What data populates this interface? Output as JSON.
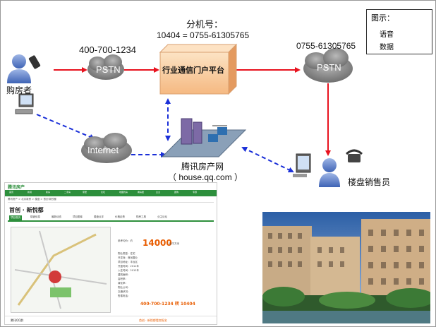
{
  "extension": {
    "label": "分机号：",
    "mapping": "10404 = 0755-61305765"
  },
  "numbers": {
    "hotline": "400-700-1234",
    "developer_line": "0755-61305765"
  },
  "nodes": {
    "buyer": "购房者",
    "sales": "楼盘销售员",
    "platform": "行业通信门户平台",
    "pstn_left": "PSTN",
    "pstn_right": "PSTN",
    "internet": "Internet",
    "site_name": "腾讯房产网",
    "site_url": "（ house.qq.com ）"
  },
  "legend": {
    "title": "图示：",
    "voice": "语音",
    "data": "数据"
  },
  "colors": {
    "voice": "#e8121e",
    "data": "#1a2fd8",
    "platform": "#f8cf9d",
    "cloud": "#8f8f8f",
    "brand_green": "#2d8f3c",
    "price_orange": "#e85c00"
  },
  "site": {
    "logo_text": "腾讯房产",
    "nav_items": [
      "首页",
      "新闻",
      "新房",
      "二手房",
      "家居",
      "论坛",
      "地图找房",
      "看房团",
      "业主",
      "团购",
      "专题"
    ],
    "crumb": "腾讯房产 > 北京新房 > 楼盘 > 首创·新悦都",
    "title": "首创 · 新悦都",
    "tabs": [
      "项目首页",
      "楼盘信息",
      "最新动态",
      "项目图库",
      "楼盘点评",
      "价格走势",
      "购房工具",
      "业主论坛"
    ],
    "price_label": "参考均价：约",
    "price": "14000",
    "price_unit": "元/平方米",
    "info_rows": [
      "物业类型：住宅",
      "开发商：首创置业",
      "项目地址：丰台区",
      "开盘时间：2011年",
      "入住时间：2012年",
      "建筑面积：",
      "容积率：",
      "绿化率：",
      "物业公司：",
      "交通状况：",
      "售楼电话："
    ],
    "phone": "400-700-1234 转 10404",
    "footer_left": "腾讯QQ群",
    "footer_right": "首创 · 新悦都看房报名"
  }
}
